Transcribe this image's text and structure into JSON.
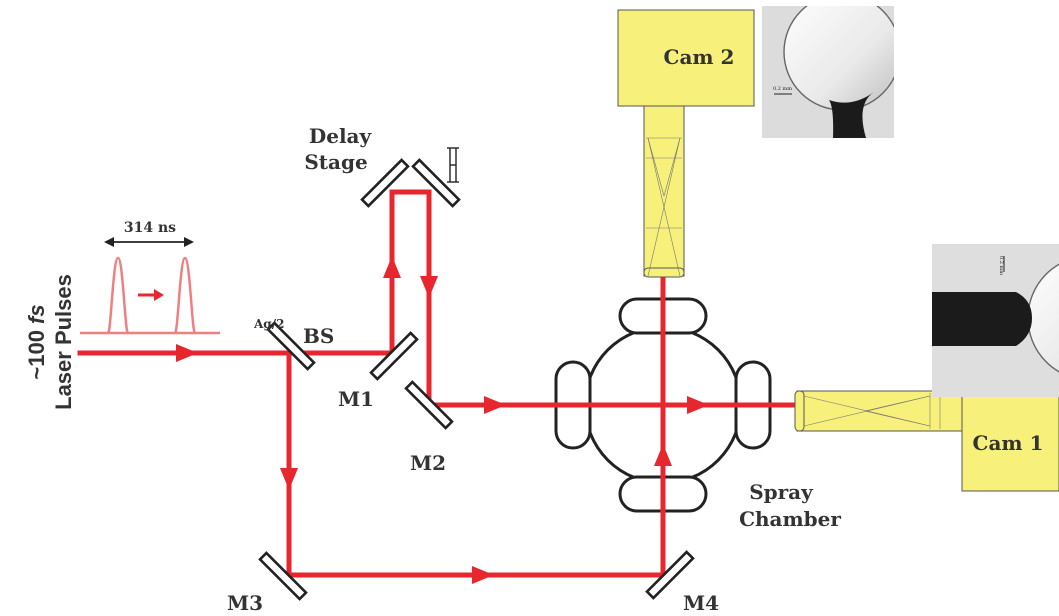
{
  "source": {
    "label_line1": "~100 fs",
    "label_line2": "Laser Pulses",
    "pulse_spacing": "314 ns"
  },
  "components": {
    "beam_splitter": "BS",
    "beam_splitter_coating": "Ag/2",
    "mirror_1": "M1",
    "mirror_2": "M2",
    "mirror_3": "M3",
    "mirror_4": "M4",
    "delay_stage_line1": "Delay",
    "delay_stage_line2": "Stage",
    "chamber_line1": "Spray",
    "chamber_line2": "Chamber",
    "camera_1": "Cam 1",
    "camera_2": "Cam 2"
  },
  "images": {
    "cam2_scale": "0.2 mm",
    "cam1_scale": "0.2 mm"
  },
  "colors": {
    "beam": "#e8262d",
    "pulse": "#f08080",
    "camera": "#f7f07a",
    "text": "#333333"
  }
}
